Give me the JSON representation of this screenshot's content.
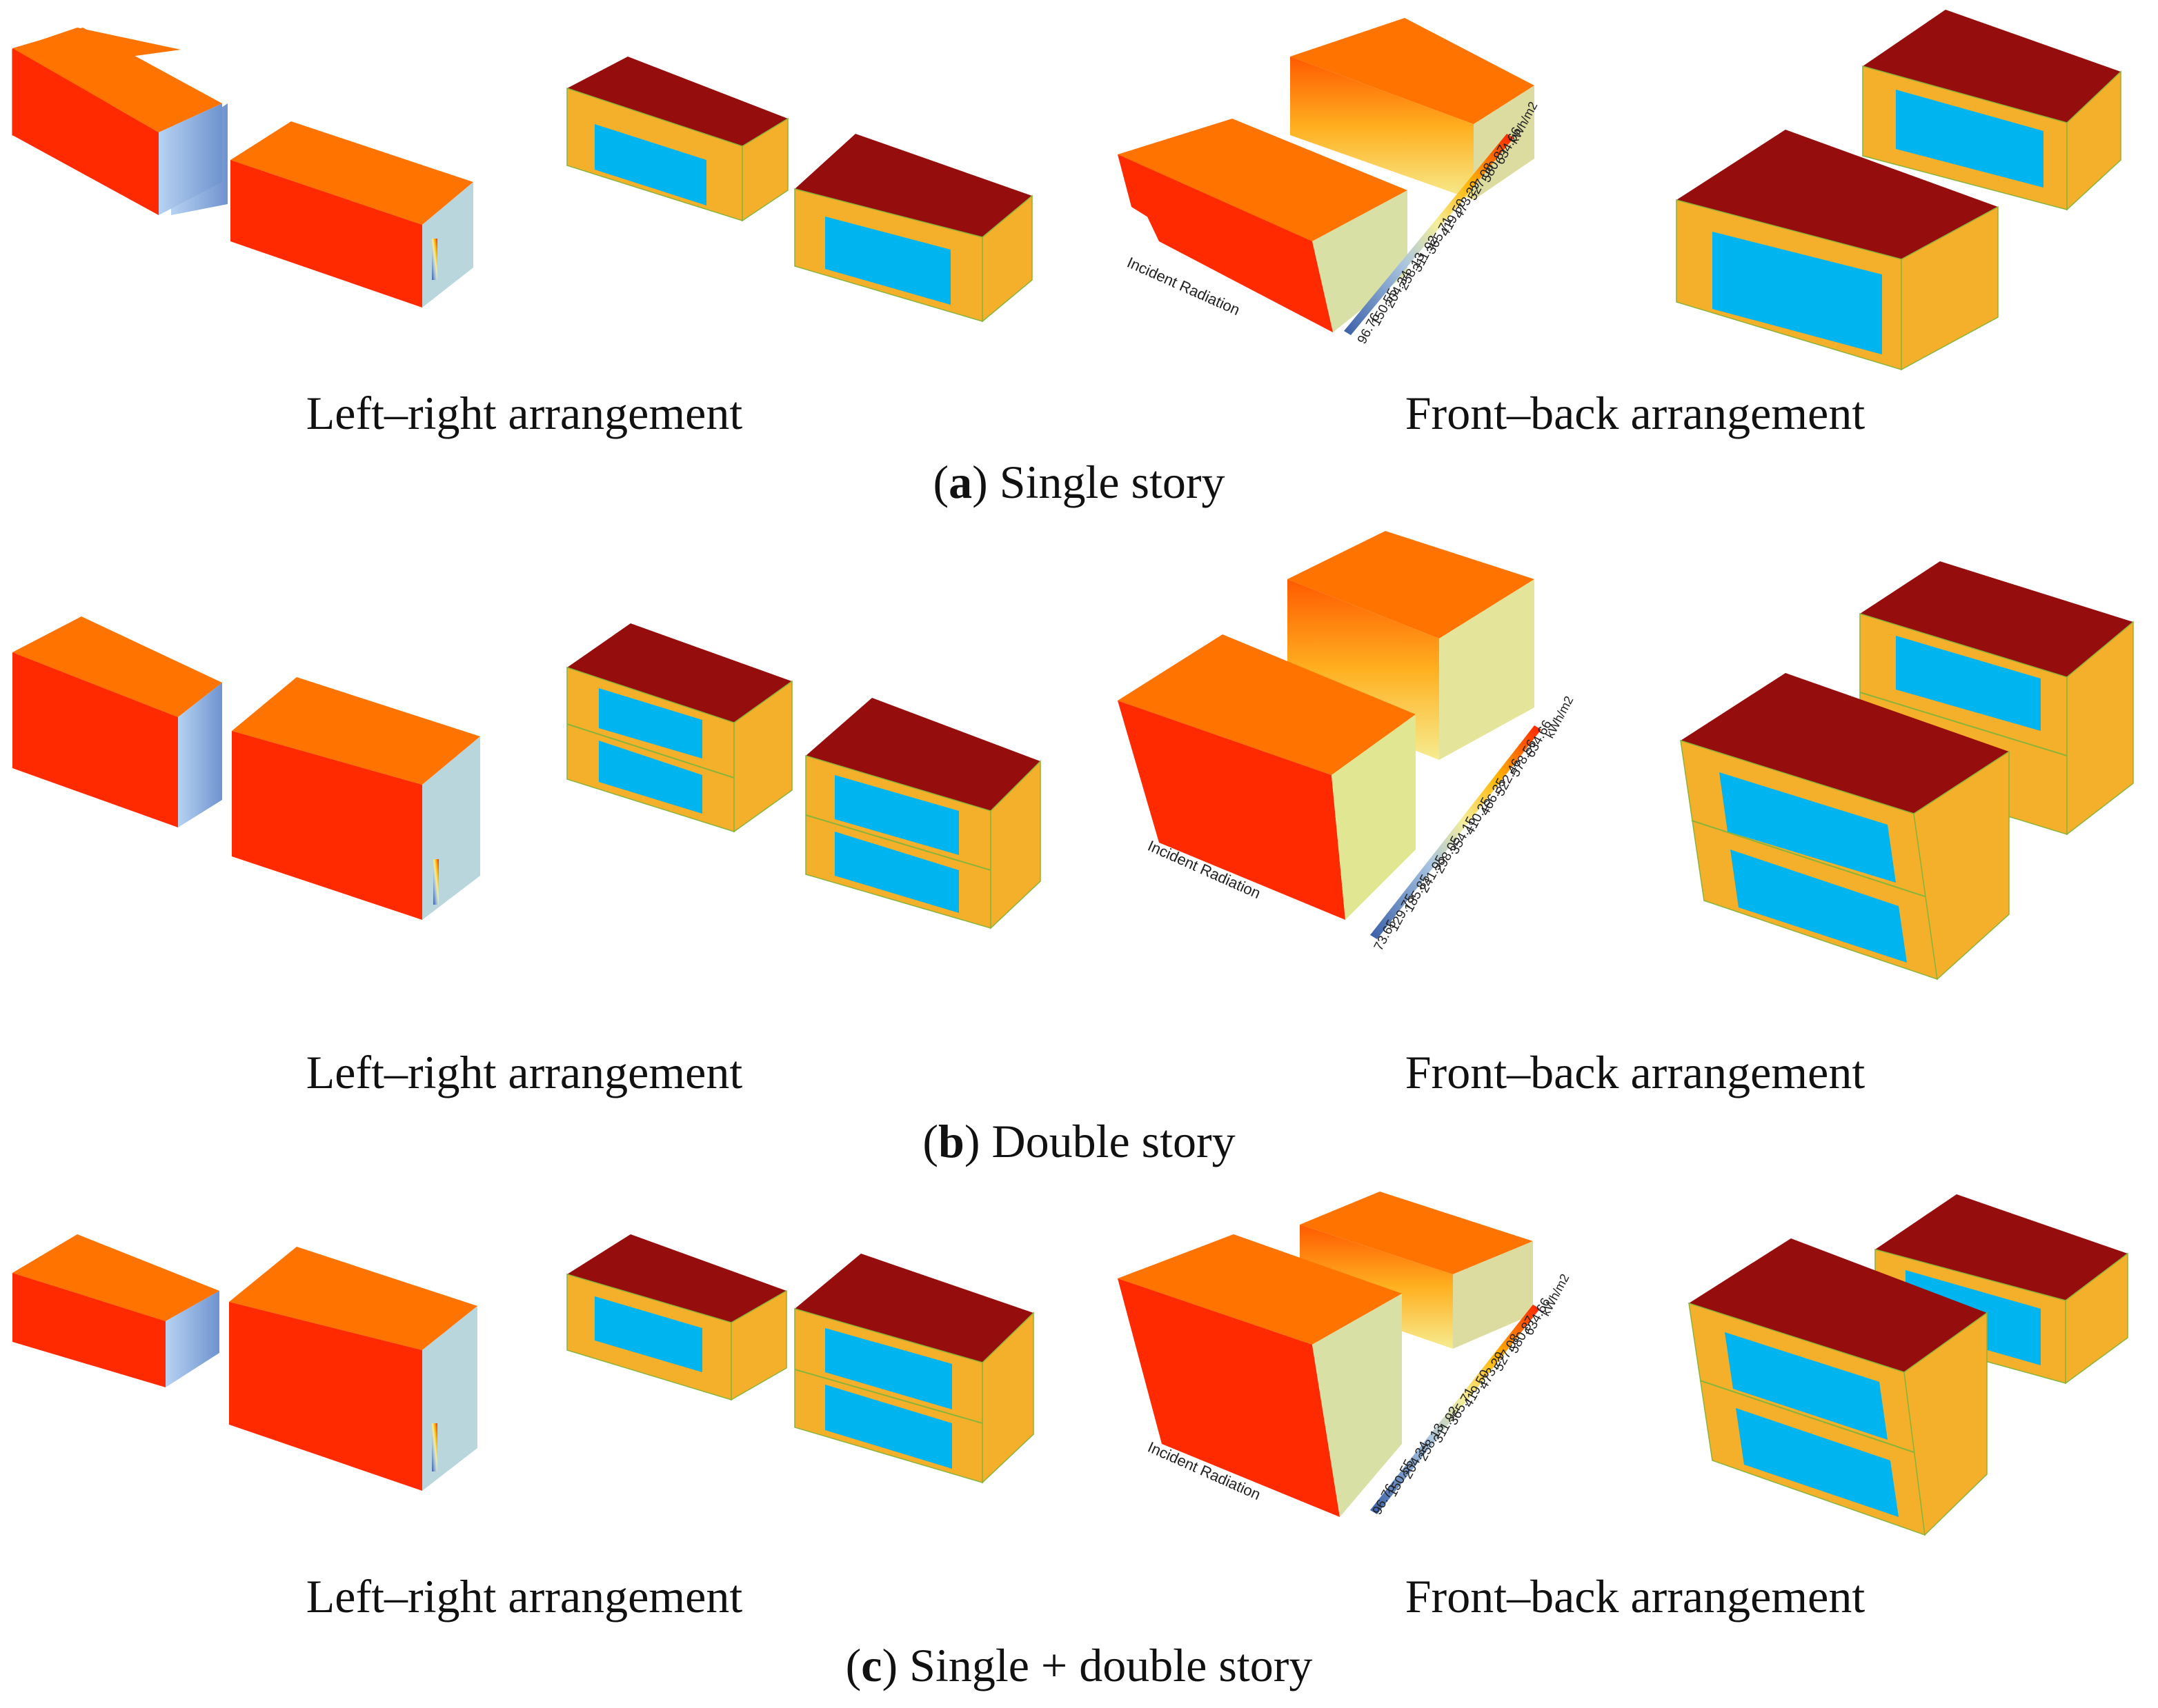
{
  "panels": [
    {
      "letter": "a",
      "title": "Single story",
      "left_label": "Left–right arrangement",
      "right_label": "Front–back arrangement",
      "legend": {
        "unit": "kWh/m2",
        "values": [
          "634.66",
          "580.87",
          "527.08",
          "473.29",
          "419.50",
          "365.71",
          "311.92",
          "258.13",
          "204.34",
          "150.55",
          "96.76"
        ]
      },
      "radiation_label": "Incident Radiation"
    },
    {
      "letter": "b",
      "title": "Double story",
      "left_label": "Left–right arrangement",
      "right_label": "Front–back arrangement",
      "legend": {
        "unit": "kWh/m2",
        "values": [
          "634.66",
          "578.56",
          "522.46",
          "466.35",
          "410.25",
          "354.15",
          "298.05",
          "241.95",
          "185.85",
          "129.75",
          "73.65"
        ]
      },
      "radiation_label": "Incident Radiation"
    },
    {
      "letter": "c",
      "title": "Single + double story",
      "left_label": "Left–right arrangement",
      "right_label": "Front–back arrangement",
      "legend": {
        "unit": "kWh/m2",
        "values": [
          "634.66",
          "580.87",
          "527.08",
          "473.29",
          "419.50",
          "365.71",
          "311.92",
          "258.13",
          "204.34",
          "150.55",
          "96.76"
        ]
      },
      "radiation_label": "Incident Radiation"
    }
  ],
  "colors": {
    "radiation_high": "#ff2a00",
    "radiation_roof": "#ff7300",
    "radiation_low": "#4a6fb0",
    "roof_model": "#960d0d",
    "wall_model": "#f4b02a",
    "window_model": "#00b4f0"
  }
}
